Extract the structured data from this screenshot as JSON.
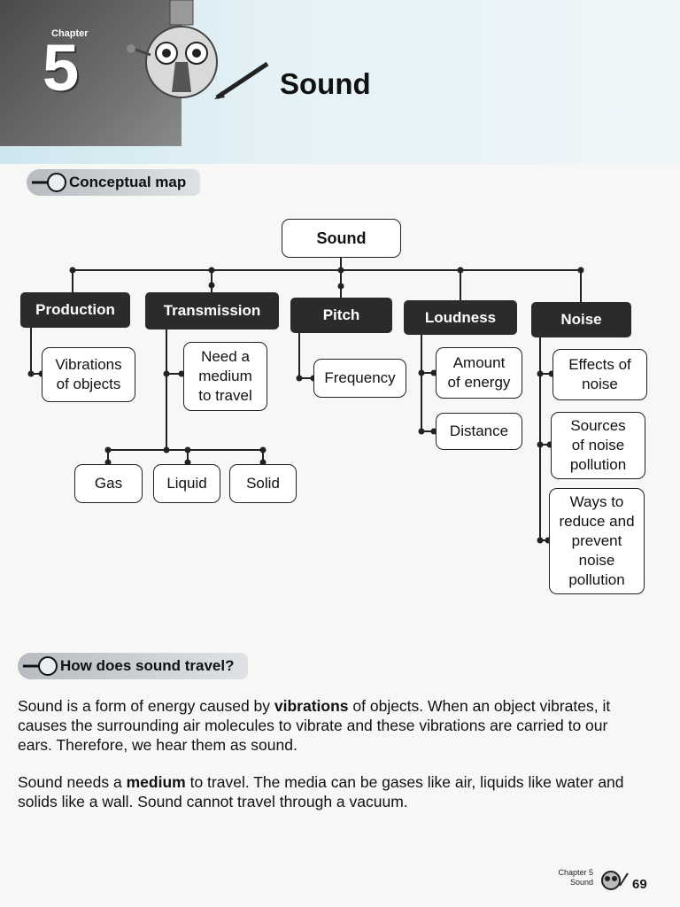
{
  "header": {
    "chapter_label": "Chapter",
    "chapter_number": "5",
    "title": "Sound"
  },
  "sections": {
    "map_heading": "Conceptual map",
    "travel_heading": "How does sound travel?"
  },
  "concept_map": {
    "root": "Sound",
    "categories": [
      "Production",
      "Transmission",
      "Pitch",
      "Loudness",
      "Noise"
    ],
    "production": [
      "Vibrations",
      "of objects"
    ],
    "transmission": [
      "Need a",
      "medium",
      "to travel"
    ],
    "media": [
      "Gas",
      "Liquid",
      "Solid"
    ],
    "pitch": [
      "Frequency"
    ],
    "loudness": {
      "amount": [
        "Amount",
        "of energy"
      ],
      "distance": "Distance"
    },
    "noise": {
      "effects": [
        "Effects of",
        "noise"
      ],
      "sources": [
        "Sources",
        "of noise",
        "pollution"
      ],
      "ways": [
        "Ways to",
        "reduce and",
        "prevent",
        "noise",
        "pollution"
      ]
    }
  },
  "paragraphs": {
    "p1": {
      "a": "Sound is a form of energy caused by ",
      "b": "vibrations",
      "c": " of objects. When an object vibrates, it causes the surrounding air molecules to vibrate and these vibrations are carried to our ears. Therefore, we hear them as sound."
    },
    "p2": {
      "a": "Sound needs a ",
      "b": "medium",
      "c": " to travel. The media can be gases like air, liquids like water and solids like a wall. Sound cannot travel through a vacuum."
    }
  },
  "footer": {
    "chapter": "Chapter 5",
    "topic": "Sound",
    "page": "69"
  }
}
